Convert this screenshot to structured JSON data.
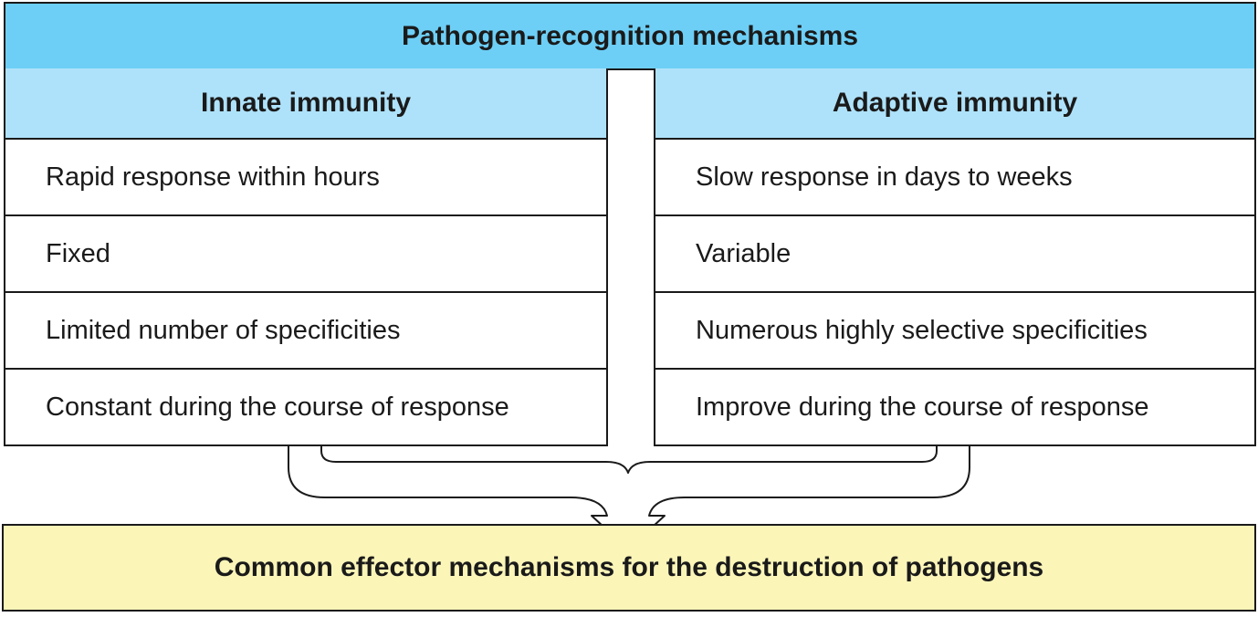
{
  "header": {
    "title": "Pathogen-recognition mechanisms"
  },
  "innate": {
    "title": "Innate immunity",
    "items": [
      "Rapid response within hours",
      "Fixed",
      "Limited number of specificities",
      "Constant during the course of response"
    ]
  },
  "adaptive": {
    "title": "Adaptive immunity",
    "items": [
      "Slow response in days to weeks",
      "Variable",
      "Numerous highly selective specificities",
      "Improve during the course of response"
    ]
  },
  "effector": {
    "title": "Common effector mechanisms for the destruction of pathogens"
  },
  "colors": {
    "header_bg": "#6dcff6",
    "column_header_bg": "#aee2fa",
    "effector_bg": "#fbf5b8",
    "border": "#1a1a1a"
  }
}
